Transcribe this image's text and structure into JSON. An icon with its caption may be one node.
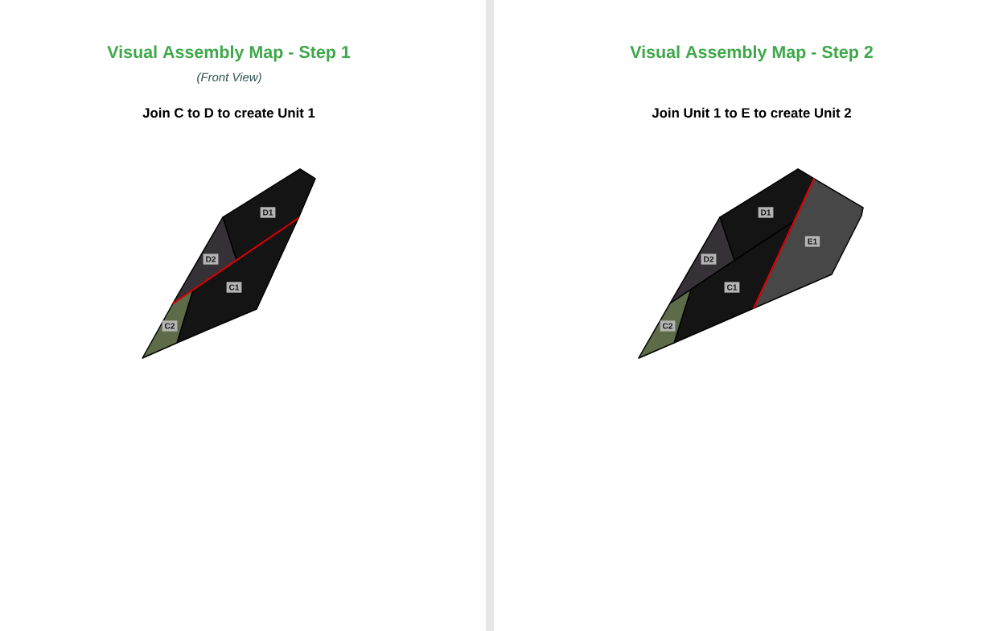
{
  "diagram": {
    "nodes": [
      {
        "text": [
          "D1"
        ]
      },
      {
        "text": [
          "D2"
        ]
      },
      {
        "text": [
          "C1"
        ]
      },
      {
        "text": [
          "C2"
        ]
      },
      {
        "text": [
          "D1"
        ]
      },
      {
        "text": [
          "E1"
        ]
      },
      {
        "text": [
          "D2"
        ]
      },
      {
        "text": [
          "C1"
        ]
      },
      {
        "text": [
          "C2"
        ]
      }
    ],
    "labels": [
      "Visual Assembly Map - Step 1",
      "(Front View)",
      "Join C to D to create Unit 1",
      "Visual Assembly Map - Step 2",
      "Join Unit 1 to E to create Unit 2"
    ]
  }
}
